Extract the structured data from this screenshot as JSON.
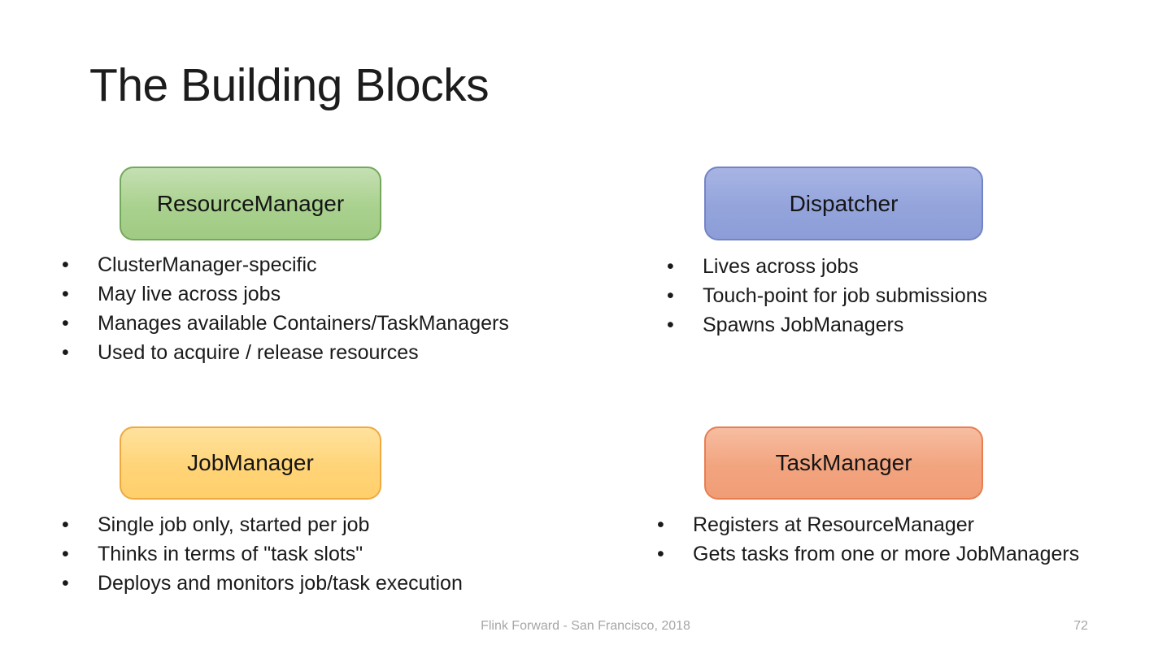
{
  "slide": {
    "title": "The Building Blocks",
    "components": [
      {
        "id": "resource-manager",
        "label": "ResourceManager",
        "fill": "#a9d18e",
        "border": "#74a85b",
        "bullets": [
          "ClusterManager-specific",
          "May live across jobs",
          "Manages available Containers/TaskManagers",
          "Used to acquire / release resources"
        ]
      },
      {
        "id": "dispatcher",
        "label": "Dispatcher",
        "fill": "#94a4db",
        "border": "#7384c6",
        "bullets": [
          "Lives across jobs",
          "Touch-point for job submissions",
          "Spawns JobManagers"
        ]
      },
      {
        "id": "job-manager",
        "label": "JobManager",
        "fill": "#ffd478",
        "border": "#efa93f",
        "bullets": [
          "Single job only, started per job",
          "Thinks in terms of \"task slots\"",
          "Deploys and monitors job/task execution"
        ]
      },
      {
        "id": "task-manager",
        "label": "TaskManager",
        "fill": "#f2a47f",
        "border": "#e87e50",
        "bullets": [
          "Registers at ResourceManager",
          "Gets tasks from one or more JobManagers"
        ]
      }
    ],
    "footer": {
      "text": "Flink Forward - San Francisco, 2018",
      "page_number": "72"
    }
  }
}
